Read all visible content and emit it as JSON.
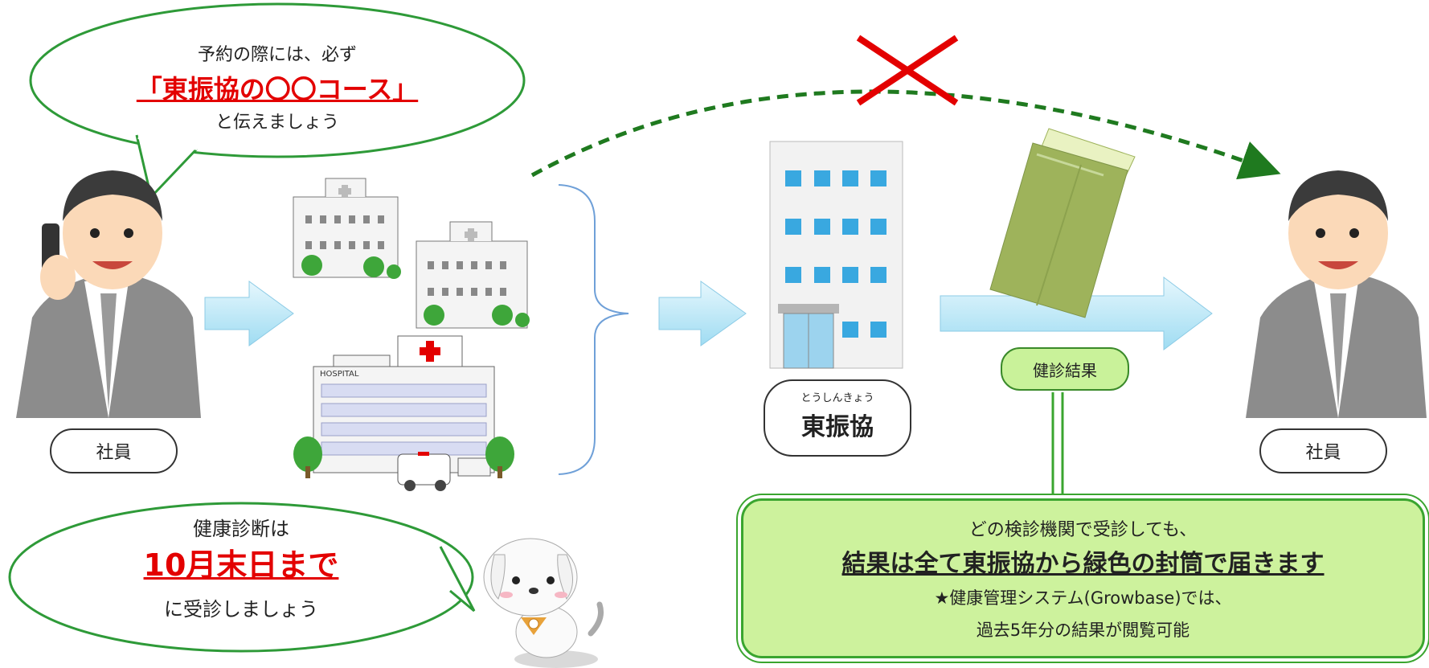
{
  "bubble_top": {
    "line1": "予約の際には、必ず",
    "line2": "「東振協の〇〇コース」",
    "line3": "と伝えましょう"
  },
  "bubble_bottom": {
    "line1": "健康診断は",
    "line2": "10月末日まで",
    "line3": "に受診しましょう"
  },
  "employee_left_label": "社員",
  "employee_right_label": "社員",
  "hospital_sign": "HOSPITAL",
  "org": {
    "ruby": "とうしんきょう",
    "name": "東振協"
  },
  "result_label": "健診結果",
  "info": {
    "line1": "どの検診機関で受診しても、",
    "line2": "結果は全て東振協から緑色の封筒で届きます",
    "line3": "★健康管理システム(Growbase)では、",
    "line4": "過去5年分の結果が閲覧可能"
  },
  "colors": {
    "accent_red": "#e30000",
    "bubble_border": "#2e9a38",
    "arrow_fill": "#bfe9f8",
    "dashed_arrow": "#1f7a1f",
    "info_fill": "#cdf29d",
    "envelope": "#9eb35b"
  }
}
